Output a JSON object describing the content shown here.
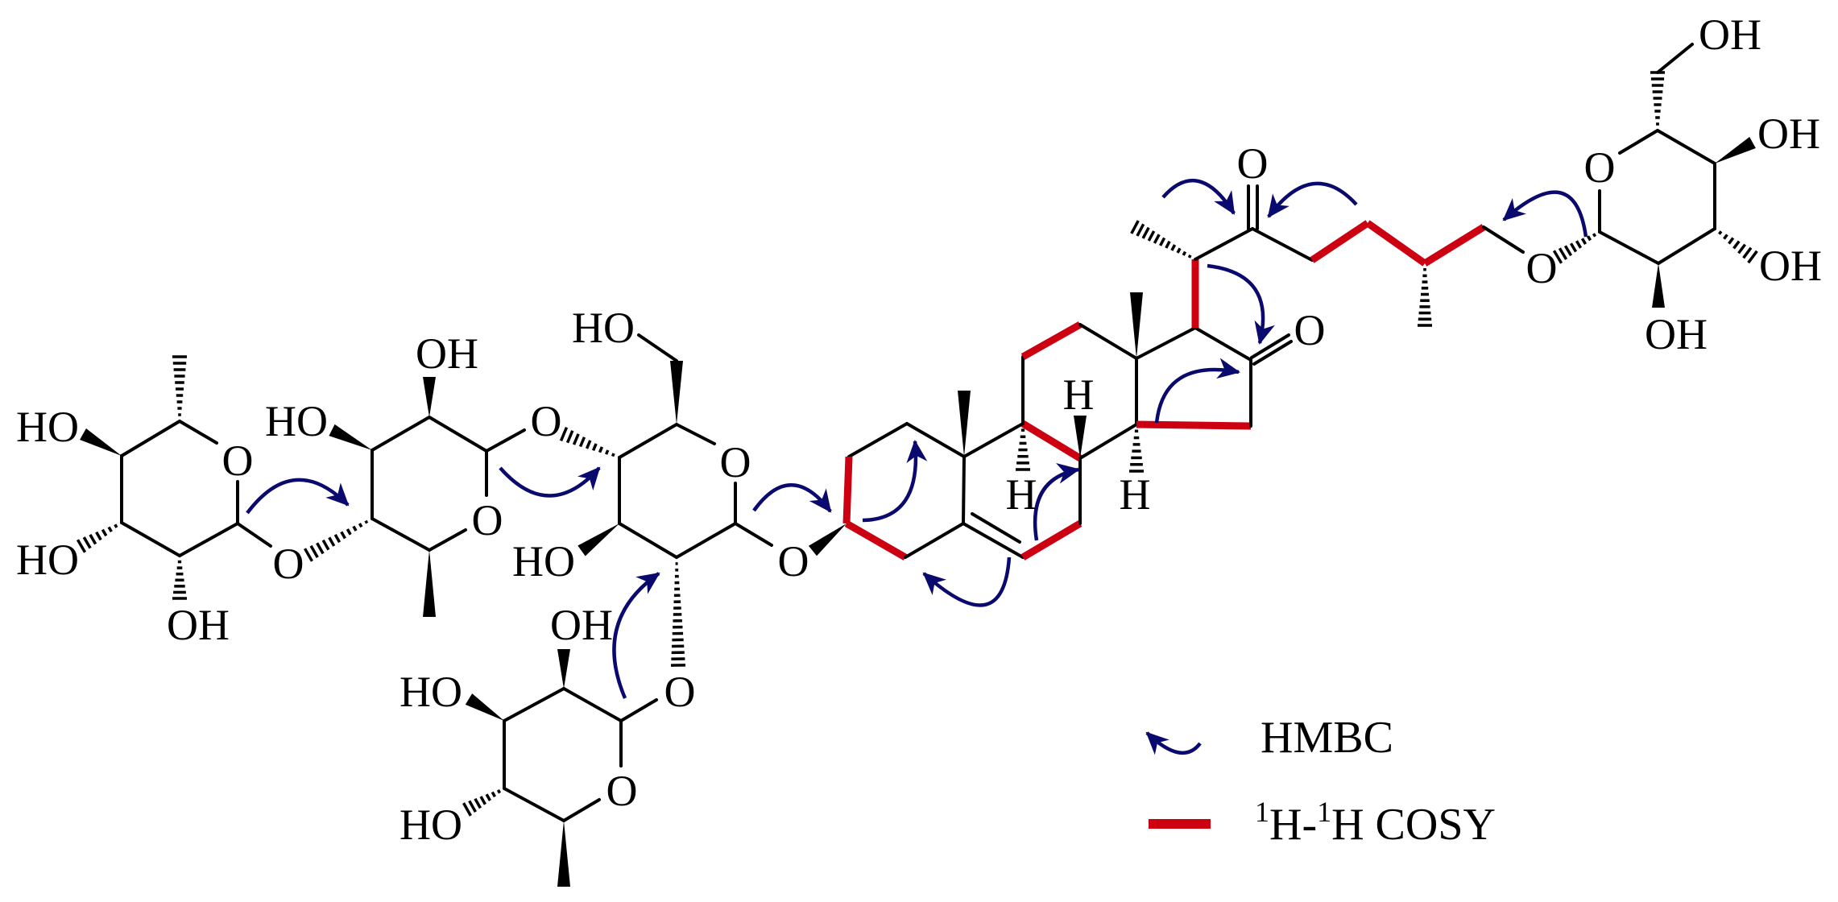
{
  "figure": {
    "title": "",
    "colors": {
      "bond": "#000000",
      "cosy": "#cc0011",
      "hmbc": "#0a0a6e",
      "background": "#ffffff"
    }
  },
  "atoms": [
    "HO",
    "O",
    "HO",
    "OH",
    "O",
    "HO",
    "OH",
    "O",
    "O",
    "HO",
    "O",
    "HO",
    "O",
    "O",
    "OH",
    "HO",
    "O",
    "HO",
    "H",
    "H",
    "H",
    "O",
    "O",
    "O",
    "O",
    "OH",
    "OH",
    "OH",
    "OH"
  ],
  "legend": {
    "hmbc_icon": "curved-arrow-icon",
    "hmbc_label": "HMBC",
    "cosy_icon": "red-bar-icon",
    "cosy_sup1": "1",
    "cosy_part1": "H-",
    "cosy_sup2": "1",
    "cosy_part2": "H COSY"
  }
}
